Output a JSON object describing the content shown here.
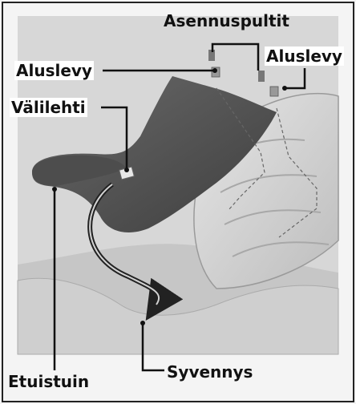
{
  "labels": {
    "mounting_bolts": "Asennuspultit",
    "base_plate_left": "Aluslevy",
    "base_plate_right": "Aluslevy",
    "tab": "Välilehti",
    "front_seat": "Etuistuin",
    "recess": "Syvennys"
  },
  "colors": {
    "background": "#f4f4f4",
    "photo_bg": "#d9d9d9",
    "seat": "#555555",
    "line": "#111111"
  }
}
